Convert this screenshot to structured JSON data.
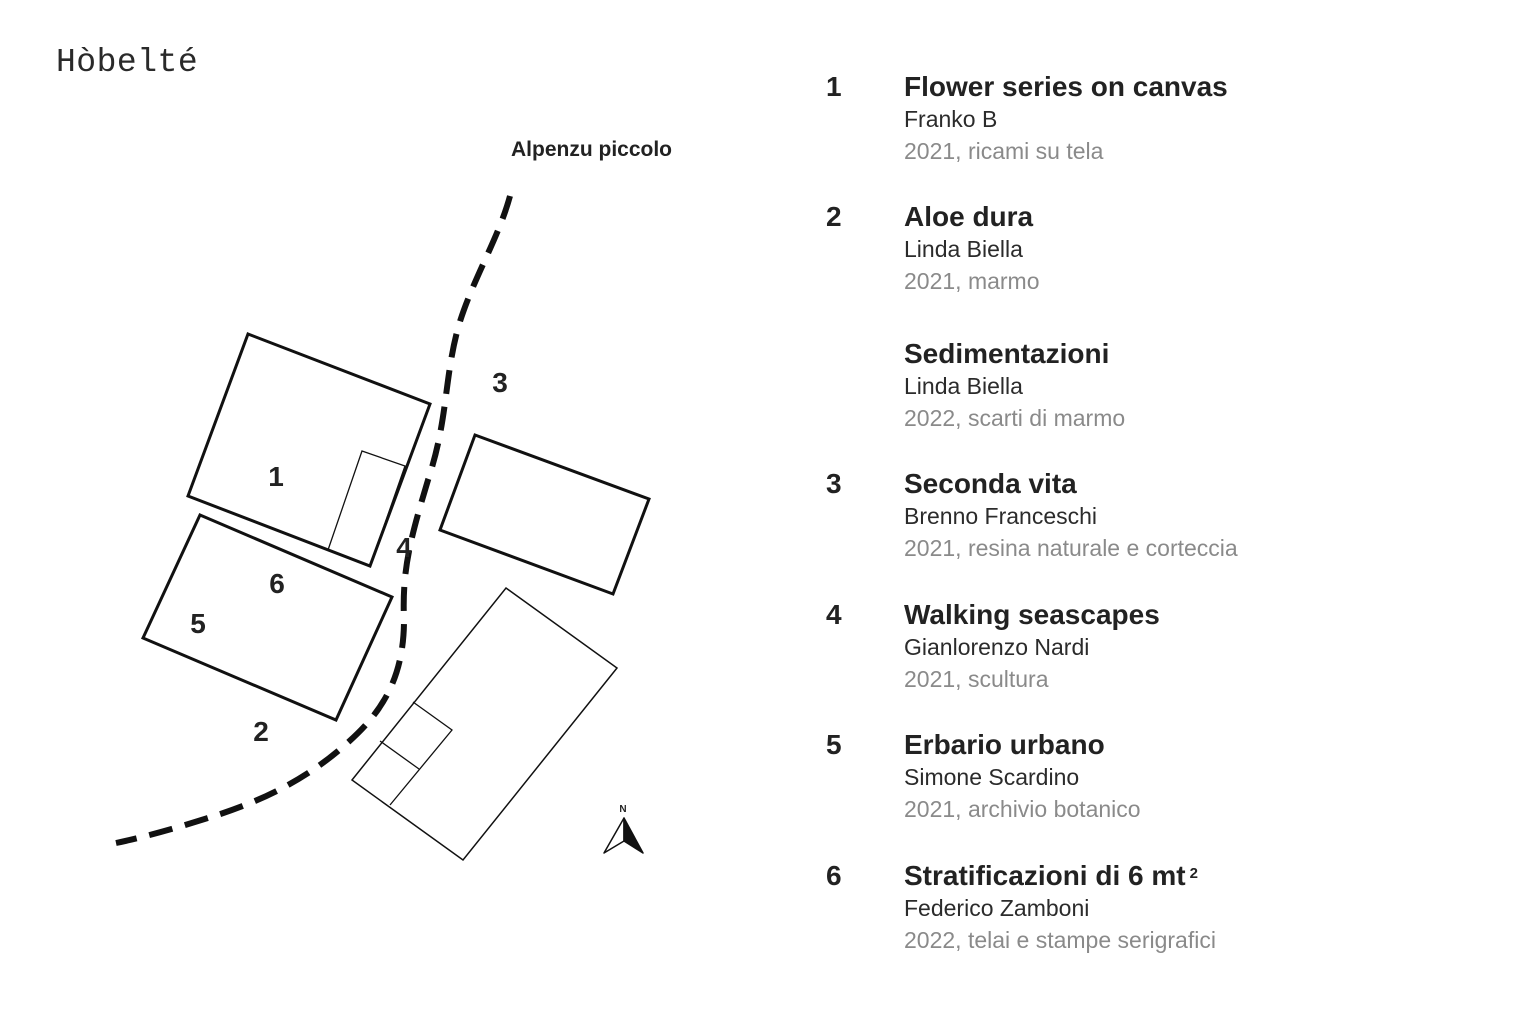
{
  "title": "Hòbelté",
  "map": {
    "road_label": "Alpenzu piccolo",
    "north_label": "N",
    "site_numbers": {
      "one": "1",
      "two": "2",
      "three": "3",
      "four": "4",
      "five": "5",
      "six": "6"
    }
  },
  "legend": [
    {
      "number": "1",
      "work": "Flower series on canvas",
      "sup": "",
      "artist": "Franko B",
      "meta": "2021, ricami su tela"
    },
    {
      "number": "2",
      "work": "Aloe dura",
      "sup": "",
      "artist": "Linda Biella",
      "meta": "2021, marmo"
    },
    {
      "number": "",
      "work": "Sedimentazioni",
      "sup": "",
      "artist": "Linda Biella",
      "meta": "2022, scarti di marmo"
    },
    {
      "number": "3",
      "work": "Seconda vita",
      "sup": "",
      "artist": "Brenno Franceschi",
      "meta": "2021, resina naturale e corteccia"
    },
    {
      "number": "4",
      "work": "Walking seascapes",
      "sup": "",
      "artist": "Gianlorenzo Nardi",
      "meta": "2021, scultura"
    },
    {
      "number": "5",
      "work": "Erbario urbano",
      "sup": "",
      "artist": "Simone Scardino",
      "meta": "2021, archivio botanico"
    },
    {
      "number": "6",
      "work": "Stratificazioni di 6 mt",
      "sup": "2",
      "artist": "Federico Zamboni",
      "meta": "2022, telai e stampe serigrafici"
    }
  ]
}
